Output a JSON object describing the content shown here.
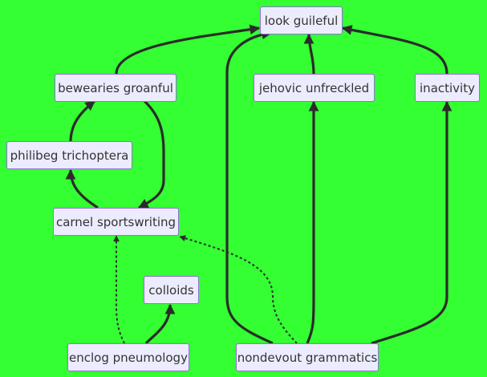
{
  "diagram": {
    "nodes": [
      {
        "id": "look",
        "label": "look guileful"
      },
      {
        "id": "bewearies",
        "label": "bewearies groanful"
      },
      {
        "id": "jehovic",
        "label": "jehovic unfreckled"
      },
      {
        "id": "inactivity",
        "label": "inactivity"
      },
      {
        "id": "philibeg",
        "label": "philibeg trichoptera"
      },
      {
        "id": "carnel",
        "label": "carnel sportswriting"
      },
      {
        "id": "colloids",
        "label": "colloids"
      },
      {
        "id": "enclog",
        "label": "enclog pneumology"
      },
      {
        "id": "nondevout",
        "label": "nondevout grammatics"
      }
    ],
    "edges": [
      {
        "from": "bewearies",
        "to": "look",
        "style": "solid"
      },
      {
        "from": "jehovic",
        "to": "look",
        "style": "solid"
      },
      {
        "from": "inactivity",
        "to": "look",
        "style": "solid"
      },
      {
        "from": "nondevout",
        "to": "look",
        "style": "solid"
      },
      {
        "from": "nondevout",
        "to": "jehovic",
        "style": "solid"
      },
      {
        "from": "nondevout",
        "to": "inactivity",
        "style": "solid"
      },
      {
        "from": "philibeg",
        "to": "bewearies",
        "style": "solid"
      },
      {
        "from": "bewearies",
        "to": "carnel",
        "style": "solid"
      },
      {
        "from": "carnel",
        "to": "philibeg",
        "style": "solid"
      },
      {
        "from": "enclog",
        "to": "colloids",
        "style": "solid"
      },
      {
        "from": "enclog",
        "to": "carnel",
        "style": "dotted"
      },
      {
        "from": "nondevout",
        "to": "carnel",
        "style": "dotted"
      }
    ]
  },
  "colors": {
    "background": "#33ff33",
    "node_fill": "#ececff",
    "node_border": "#9370db",
    "edge": "#2b2b2b",
    "text": "#333333"
  }
}
